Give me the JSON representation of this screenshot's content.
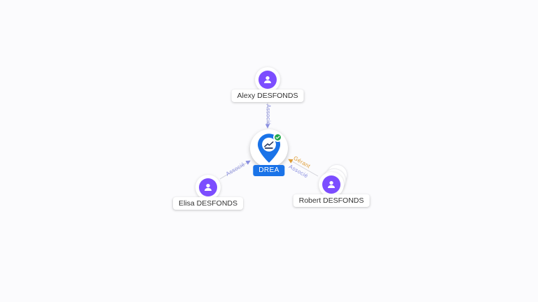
{
  "company": {
    "name": "DREA",
    "verified": true,
    "icons": {
      "marker": "map-pin-icon",
      "inner": "chart-icon",
      "badge": "verified-check-icon"
    }
  },
  "persons": [
    {
      "name": "Alexy DESFONDS",
      "icon": "person-icon"
    },
    {
      "name": "Elisa DESFONDS",
      "icon": "person-icon"
    },
    {
      "name": "Robert DESFONDS",
      "icon": "person-icon",
      "stacked": true
    }
  ],
  "edges": [
    {
      "from": "Alexy DESFONDS",
      "to": "DREA",
      "label": "Associé"
    },
    {
      "from": "Elisa DESFONDS",
      "to": "DREA",
      "label": "Associé"
    },
    {
      "from": "Robert DESFONDS",
      "to": "DREA",
      "labels": [
        "Gérant",
        "Associé"
      ]
    }
  ],
  "colors": {
    "company_accent": "#1a73e8",
    "person_avatar": "#7c4dff",
    "verified_green": "#22a94e",
    "edge_line": "#d2d3da",
    "label_associe": "#8a8fe0",
    "label_gerant": "#dd9b33",
    "background": "#fbfbfd"
  }
}
